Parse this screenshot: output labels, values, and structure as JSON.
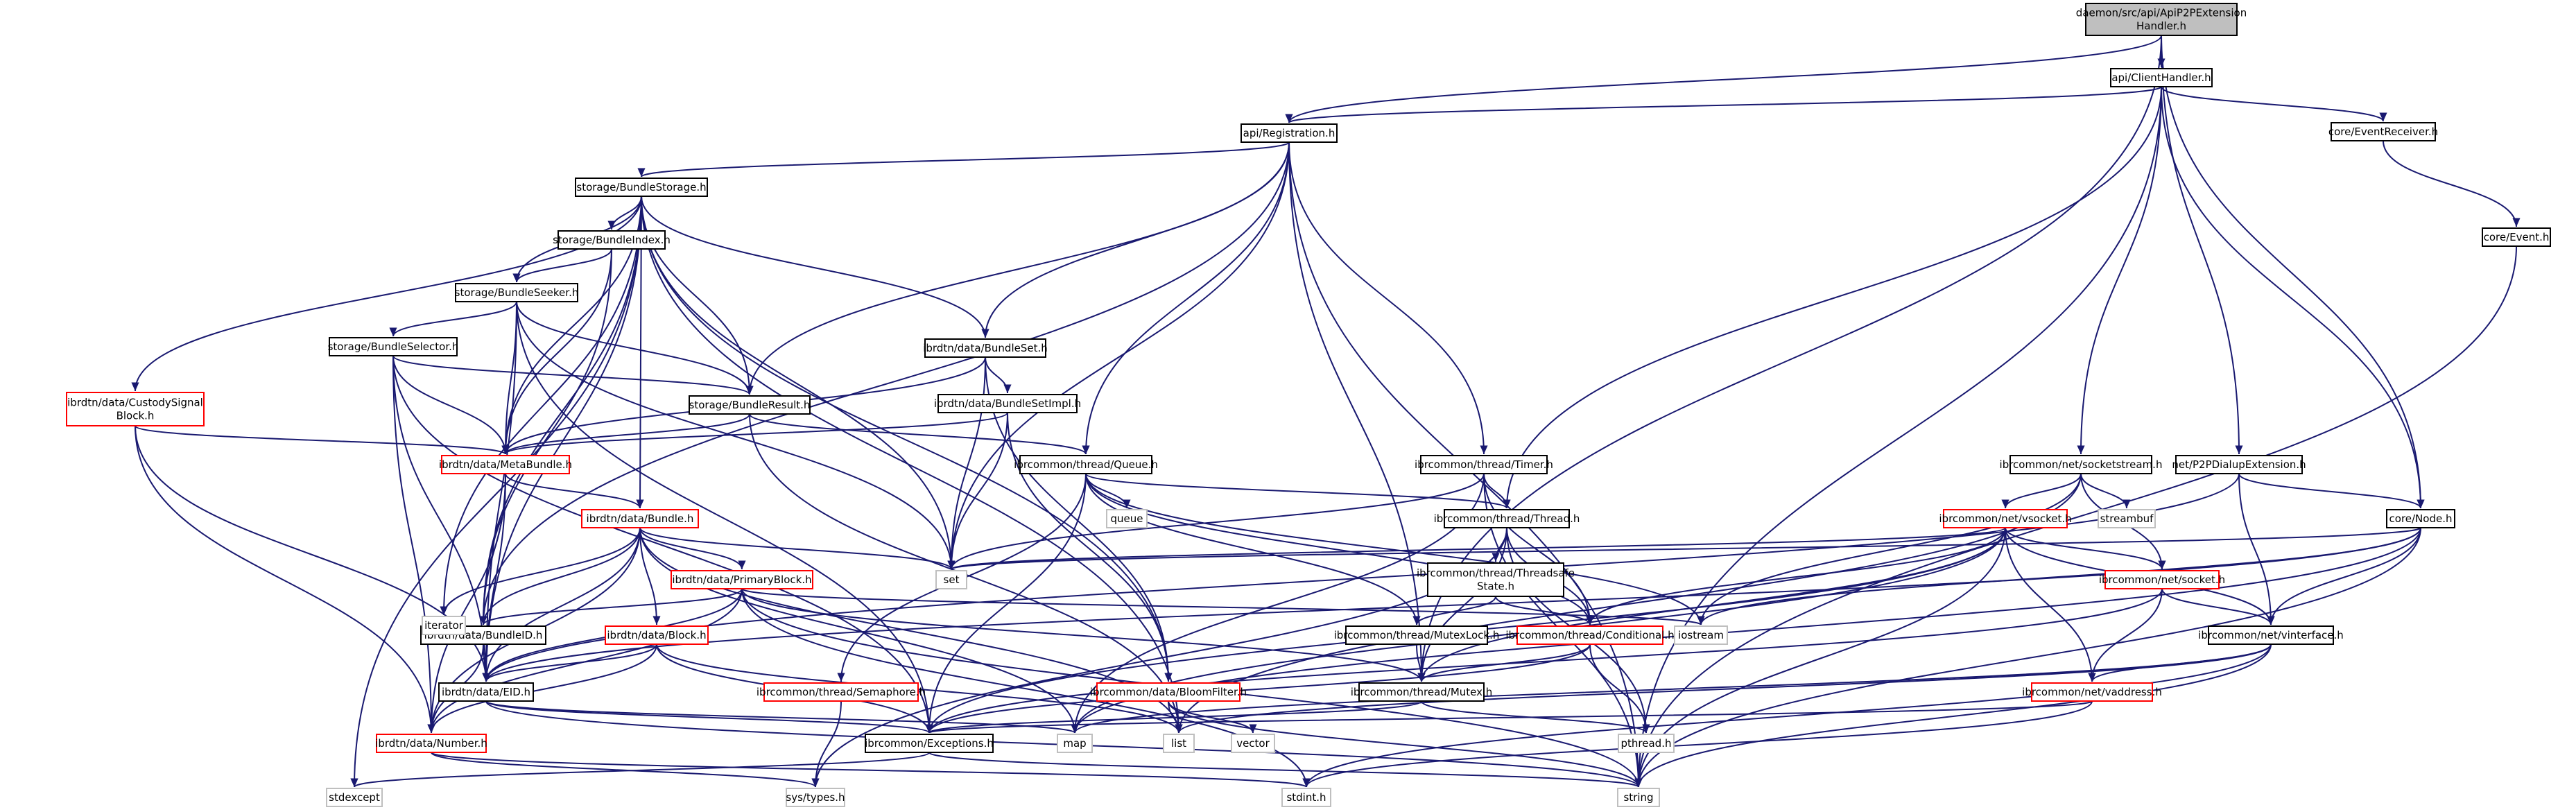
{
  "graph": {
    "root_node": "n0",
    "colors": {
      "edge": "#191970",
      "root_fill": "#bfbfbf",
      "root_border": "#000000",
      "documented_border": "#000000",
      "undocumented_border": "#bfbfbf",
      "truncated_border": "#ff0000",
      "node_fill": "#ffffff"
    },
    "nodes": [
      {
        "id": "n0",
        "lines": [
          "daemon/src/api/ApiP2PExtension",
          "Handler.h"
        ],
        "style": "root"
      },
      {
        "id": "n1",
        "lines": [
          "api/ClientHandler.h"
        ],
        "style": "documented"
      },
      {
        "id": "n2",
        "lines": [
          "api/Registration.h"
        ],
        "style": "documented"
      },
      {
        "id": "n3",
        "lines": [
          "core/EventReceiver.h"
        ],
        "style": "documented"
      },
      {
        "id": "n4",
        "lines": [
          "core/Event.h"
        ],
        "style": "documented"
      },
      {
        "id": "n5",
        "lines": [
          "storage/BundleStorage.h"
        ],
        "style": "documented"
      },
      {
        "id": "n6",
        "lines": [
          "storage/BundleIndex.h"
        ],
        "style": "documented"
      },
      {
        "id": "n7",
        "lines": [
          "storage/BundleSeeker.h"
        ],
        "style": "documented"
      },
      {
        "id": "n8",
        "lines": [
          "storage/BundleSelector.h"
        ],
        "style": "documented"
      },
      {
        "id": "n9",
        "lines": [
          "storage/BundleResult.h"
        ],
        "style": "documented"
      },
      {
        "id": "n10",
        "lines": [
          "ibrdtn/data/CustodySignal",
          "Block.h"
        ],
        "style": "truncated"
      },
      {
        "id": "n11",
        "lines": [
          "ibrdtn/data/MetaBundle.h"
        ],
        "style": "truncated"
      },
      {
        "id": "n12",
        "lines": [
          "ibrdtn/data/Bundle.h"
        ],
        "style": "truncated"
      },
      {
        "id": "n13",
        "lines": [
          "ibrdtn/data/PrimaryBlock.h"
        ],
        "style": "truncated"
      },
      {
        "id": "n14",
        "lines": [
          "ibrdtn/data/BundleID.h"
        ],
        "style": "documented"
      },
      {
        "id": "n15",
        "lines": [
          "ibrdtn/data/Block.h"
        ],
        "style": "truncated"
      },
      {
        "id": "n16",
        "lines": [
          "ibrdtn/data/EID.h"
        ],
        "style": "documented"
      },
      {
        "id": "n17",
        "lines": [
          "ibrdtn/data/Number.h"
        ],
        "style": "truncated"
      },
      {
        "id": "n18",
        "lines": [
          "ibrcommon/Exceptions.h"
        ],
        "style": "documented"
      },
      {
        "id": "n19",
        "lines": [
          "ibrcommon/thread/Semaphore.h"
        ],
        "style": "truncated"
      },
      {
        "id": "n20",
        "lines": [
          "ibrdtn/data/BundleSet.h"
        ],
        "style": "documented"
      },
      {
        "id": "n21",
        "lines": [
          "ibrdtn/data/BundleSetImpl.h"
        ],
        "style": "documented"
      },
      {
        "id": "n22",
        "lines": [
          "ibrcommon/thread/Queue.h"
        ],
        "style": "documented"
      },
      {
        "id": "n23",
        "lines": [
          "ibrcommon/thread/Timer.h"
        ],
        "style": "documented"
      },
      {
        "id": "n24",
        "lines": [
          "ibrcommon/thread/Thread.h"
        ],
        "style": "documented"
      },
      {
        "id": "n25",
        "lines": [
          "ibrcommon/thread/Threadsafe",
          "State.h"
        ],
        "style": "documented"
      },
      {
        "id": "n26",
        "lines": [
          "ibrcommon/thread/MutexLock.h"
        ],
        "style": "documented"
      },
      {
        "id": "n27",
        "lines": [
          "ibrcommon/thread/Conditional.h"
        ],
        "style": "truncated"
      },
      {
        "id": "n28",
        "lines": [
          "ibrcommon/thread/Mutex.h"
        ],
        "style": "documented"
      },
      {
        "id": "n29",
        "lines": [
          "ibrcommon/data/BloomFilter.h"
        ],
        "style": "truncated"
      },
      {
        "id": "n30",
        "lines": [
          "ibrcommon/net/socketstream.h"
        ],
        "style": "documented"
      },
      {
        "id": "n31",
        "lines": [
          "ibrcommon/net/vsocket.h"
        ],
        "style": "truncated"
      },
      {
        "id": "n32",
        "lines": [
          "ibrcommon/net/socket.h"
        ],
        "style": "truncated"
      },
      {
        "id": "n33",
        "lines": [
          "ibrcommon/net/vinterface.h"
        ],
        "style": "documented"
      },
      {
        "id": "n34",
        "lines": [
          "ibrcommon/net/vaddress.h"
        ],
        "style": "truncated"
      },
      {
        "id": "n35",
        "lines": [
          "net/P2PDialupExtension.h"
        ],
        "style": "documented"
      },
      {
        "id": "n36",
        "lines": [
          "core/Node.h"
        ],
        "style": "documented"
      },
      {
        "id": "n37",
        "lines": [
          "set"
        ],
        "style": "undocumented"
      },
      {
        "id": "n38",
        "lines": [
          "iterator"
        ],
        "style": "undocumented"
      },
      {
        "id": "n39",
        "lines": [
          "iostream"
        ],
        "style": "undocumented"
      },
      {
        "id": "n40",
        "lines": [
          "map"
        ],
        "style": "undocumented"
      },
      {
        "id": "n41",
        "lines": [
          "list"
        ],
        "style": "undocumented"
      },
      {
        "id": "n42",
        "lines": [
          "vector"
        ],
        "style": "undocumented"
      },
      {
        "id": "n43",
        "lines": [
          "queue"
        ],
        "style": "undocumented"
      },
      {
        "id": "n44",
        "lines": [
          "pthread.h"
        ],
        "style": "undocumented"
      },
      {
        "id": "n45",
        "lines": [
          "string"
        ],
        "style": "undocumented"
      },
      {
        "id": "n46",
        "lines": [
          "stdint.h"
        ],
        "style": "undocumented"
      },
      {
        "id": "n47",
        "lines": [
          "sys/types.h"
        ],
        "style": "undocumented"
      },
      {
        "id": "n48",
        "lines": [
          "stdexcept"
        ],
        "style": "undocumented"
      },
      {
        "id": "n49",
        "lines": [
          "streambuf"
        ],
        "style": "undocumented"
      }
    ],
    "edges": [
      [
        "n0",
        "n1"
      ],
      [
        "n0",
        "n2"
      ],
      [
        "n0",
        "n35"
      ],
      [
        "n0",
        "n36"
      ],
      [
        "n0",
        "n28"
      ],
      [
        "n1",
        "n2"
      ],
      [
        "n1",
        "n3"
      ],
      [
        "n1",
        "n30"
      ],
      [
        "n1",
        "n24"
      ],
      [
        "n1",
        "n36"
      ],
      [
        "n1",
        "n45"
      ],
      [
        "n3",
        "n4"
      ],
      [
        "n4",
        "n45"
      ],
      [
        "n2",
        "n5"
      ],
      [
        "n2",
        "n9"
      ],
      [
        "n2",
        "n20"
      ],
      [
        "n2",
        "n22"
      ],
      [
        "n2",
        "n23"
      ],
      [
        "n2",
        "n28"
      ],
      [
        "n2",
        "n37"
      ],
      [
        "n2",
        "n45"
      ],
      [
        "n2",
        "n14"
      ],
      [
        "n5",
        "n6"
      ],
      [
        "n5",
        "n7"
      ],
      [
        "n5",
        "n9"
      ],
      [
        "n5",
        "n11"
      ],
      [
        "n5",
        "n12"
      ],
      [
        "n5",
        "n10"
      ],
      [
        "n5",
        "n20"
      ],
      [
        "n5",
        "n29"
      ],
      [
        "n5",
        "n37"
      ],
      [
        "n5",
        "n41"
      ],
      [
        "n5",
        "n38"
      ],
      [
        "n5",
        "n48"
      ],
      [
        "n5",
        "n16"
      ],
      [
        "n5",
        "n14"
      ],
      [
        "n6",
        "n7"
      ],
      [
        "n6",
        "n11"
      ],
      [
        "n6",
        "n14"
      ],
      [
        "n7",
        "n8"
      ],
      [
        "n7",
        "n9"
      ],
      [
        "n7",
        "n11"
      ],
      [
        "n7",
        "n37"
      ],
      [
        "n7",
        "n16"
      ],
      [
        "n7",
        "n18"
      ],
      [
        "n8",
        "n9"
      ],
      [
        "n8",
        "n11"
      ],
      [
        "n8",
        "n16"
      ],
      [
        "n8",
        "n17"
      ],
      [
        "n8",
        "n18"
      ],
      [
        "n9",
        "n11"
      ],
      [
        "n9",
        "n22"
      ],
      [
        "n9",
        "n41"
      ],
      [
        "n10",
        "n11"
      ],
      [
        "n10",
        "n16"
      ],
      [
        "n10",
        "n17"
      ],
      [
        "n11",
        "n12"
      ],
      [
        "n11",
        "n14"
      ],
      [
        "n11",
        "n16"
      ],
      [
        "n11",
        "n17"
      ],
      [
        "n12",
        "n13"
      ],
      [
        "n12",
        "n15"
      ],
      [
        "n12",
        "n14"
      ],
      [
        "n12",
        "n16"
      ],
      [
        "n12",
        "n38"
      ],
      [
        "n12",
        "n37"
      ],
      [
        "n12",
        "n41"
      ],
      [
        "n12",
        "n40"
      ],
      [
        "n12",
        "n17"
      ],
      [
        "n13",
        "n14"
      ],
      [
        "n13",
        "n16"
      ],
      [
        "n13",
        "n17"
      ],
      [
        "n13",
        "n28"
      ],
      [
        "n13",
        "n39"
      ],
      [
        "n13",
        "n45"
      ],
      [
        "n13",
        "n46"
      ],
      [
        "n14",
        "n16"
      ],
      [
        "n14",
        "n17"
      ],
      [
        "n15",
        "n16"
      ],
      [
        "n15",
        "n17"
      ],
      [
        "n15",
        "n18"
      ],
      [
        "n15",
        "n41"
      ],
      [
        "n16",
        "n18"
      ],
      [
        "n16",
        "n45"
      ],
      [
        "n16",
        "n40"
      ],
      [
        "n17",
        "n47"
      ],
      [
        "n17",
        "n46"
      ],
      [
        "n18",
        "n48"
      ],
      [
        "n18",
        "n45"
      ],
      [
        "n19",
        "n47"
      ],
      [
        "n20",
        "n21"
      ],
      [
        "n20",
        "n37"
      ],
      [
        "n20",
        "n11"
      ],
      [
        "n20",
        "n29"
      ],
      [
        "n21",
        "n11"
      ],
      [
        "n21",
        "n37"
      ],
      [
        "n21",
        "n29"
      ],
      [
        "n22",
        "n24"
      ],
      [
        "n22",
        "n26"
      ],
      [
        "n22",
        "n19"
      ],
      [
        "n22",
        "n27"
      ],
      [
        "n22",
        "n18"
      ],
      [
        "n22",
        "n43"
      ],
      [
        "n22",
        "n39"
      ],
      [
        "n23",
        "n24"
      ],
      [
        "n23",
        "n27"
      ],
      [
        "n23",
        "n37"
      ],
      [
        "n23",
        "n45"
      ],
      [
        "n23",
        "n40"
      ],
      [
        "n24",
        "n25"
      ],
      [
        "n24",
        "n28"
      ],
      [
        "n24",
        "n27"
      ],
      [
        "n24",
        "n44"
      ],
      [
        "n24",
        "n47"
      ],
      [
        "n25",
        "n26"
      ],
      [
        "n25",
        "n27"
      ],
      [
        "n26",
        "n28"
      ],
      [
        "n27",
        "n28"
      ],
      [
        "n27",
        "n44"
      ],
      [
        "n27",
        "n18"
      ],
      [
        "n28",
        "n18"
      ],
      [
        "n28",
        "n44"
      ],
      [
        "n29",
        "n41"
      ],
      [
        "n29",
        "n42"
      ],
      [
        "n29",
        "n45"
      ],
      [
        "n30",
        "n31"
      ],
      [
        "n30",
        "n32"
      ],
      [
        "n30",
        "n49"
      ],
      [
        "n30",
        "n39"
      ],
      [
        "n30",
        "n41"
      ],
      [
        "n31",
        "n32"
      ],
      [
        "n31",
        "n33"
      ],
      [
        "n31",
        "n34"
      ],
      [
        "n31",
        "n27"
      ],
      [
        "n31",
        "n28"
      ],
      [
        "n31",
        "n40"
      ],
      [
        "n31",
        "n37"
      ],
      [
        "n31",
        "n45"
      ],
      [
        "n31",
        "n18"
      ],
      [
        "n32",
        "n33"
      ],
      [
        "n32",
        "n34"
      ],
      [
        "n32",
        "n18"
      ],
      [
        "n33",
        "n34"
      ],
      [
        "n33",
        "n41"
      ],
      [
        "n33",
        "n45"
      ],
      [
        "n33",
        "n46"
      ],
      [
        "n33",
        "n40"
      ],
      [
        "n34",
        "n18"
      ],
      [
        "n34",
        "n46"
      ],
      [
        "n35",
        "n33"
      ],
      [
        "n35",
        "n36"
      ],
      [
        "n35",
        "n16"
      ],
      [
        "n36",
        "n16"
      ],
      [
        "n36",
        "n37"
      ],
      [
        "n36",
        "n39"
      ],
      [
        "n36",
        "n45"
      ],
      [
        "n36",
        "n40"
      ],
      [
        "n36",
        "n33"
      ]
    ]
  }
}
